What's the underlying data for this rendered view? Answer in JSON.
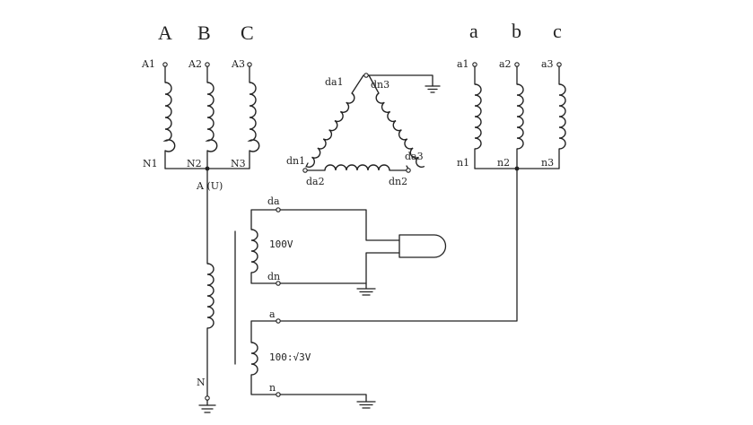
{
  "primary": {
    "phase_labels": [
      "A",
      "B",
      "C"
    ],
    "top_terminals": [
      "A1",
      "A2",
      "A3"
    ],
    "bottom_terminals": [
      "N1",
      "N2",
      "N3"
    ],
    "neutral_tap_label": "A (U)"
  },
  "secondary": {
    "phase_labels": [
      "a",
      "b",
      "c"
    ],
    "top_terminals": [
      "a1",
      "a2",
      "a3"
    ],
    "bottom_terminals": [
      "n1",
      "n2",
      "n3"
    ]
  },
  "delta": {
    "labels": [
      "da1",
      "dn3",
      "dn1",
      "da3",
      "da2",
      "dn2"
    ]
  },
  "pt": {
    "primary_bottom_label": "N",
    "open_delta": {
      "top_label": "da",
      "bottom_label": "dn",
      "voltage": "100V"
    },
    "secondary": {
      "top_label": "a",
      "bottom_label": "n",
      "voltage": "100:√3V"
    }
  }
}
